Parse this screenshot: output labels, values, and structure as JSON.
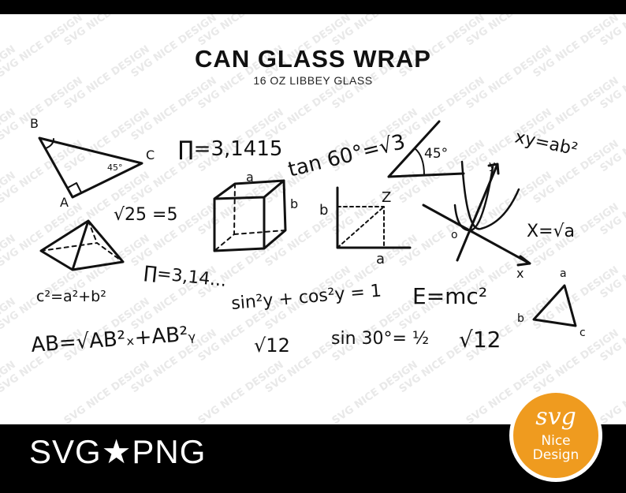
{
  "header": {
    "title": "CAN GLASS WRAP",
    "subtitle": "16 OZ LIBBEY GLASS"
  },
  "watermark": {
    "text": "SVG NICE DESIGN"
  },
  "formulas": {
    "pi_long": "∏=3,1415",
    "tan": "tan 60°=√3",
    "xy": "xy=ab²",
    "sqrt25": "√25 =5",
    "x_sqrt_a": "X=√a",
    "pi_short": "∏=3,14...",
    "pythag": "c²=a²+b²",
    "trig_identity": "sin²y + cos²y = 1",
    "emc2": "E=mc²",
    "ab_distance": "AB=√AB²ₓ+AB²ᵧ",
    "sqrt12_a": "√12",
    "sin30": "sin 30°= ½",
    "sqrt12_b": "√12"
  },
  "labels": {
    "triangle_B": "B",
    "triangle_C": "C",
    "triangle_A": "A",
    "triangle_angle": "45°",
    "cube_a": "a",
    "cube_b": "b",
    "graph_b": "b",
    "graph_z": "Z",
    "graph_a": "a",
    "angle_45": "45°",
    "axis_y": "y",
    "axis_o": "o",
    "axis_x": "x",
    "small_tri_a": "a",
    "small_tri_b": "b",
    "small_tri_c": "c"
  },
  "footer": {
    "formats": "SVG★PNG"
  },
  "logo": {
    "line1": "svg",
    "line2": "Nice",
    "line3": "Design"
  },
  "colors": {
    "bar": "#000000",
    "logo_orange": "#ef9b1f",
    "ink": "#111111"
  }
}
